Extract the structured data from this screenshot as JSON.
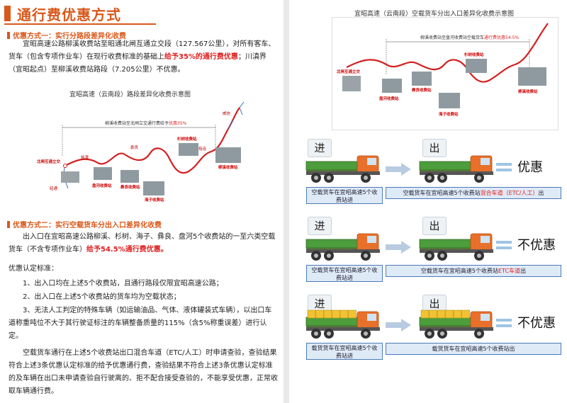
{
  "left": {
    "title": "通行费优惠方式",
    "method1": {
      "heading": "优惠方式一：实行分路段差异化收费",
      "p1_a": "宜昭高速公路柳溪收费站至昭通北闸互通立交段（127.567公里），对所有客车、货车（包含专项作业车）在现行收费标准的基础上",
      "p1_hl": "给予35%的通行费优惠",
      "p1_b": "；川滇界（宜昭起点）至柳溪收费站路段（7.205公里）不优惠。"
    },
    "map1": {
      "title": "宜昭高速（云南段）路段差异化收费示意图",
      "span_a": "柳溪收费站至北闸立交通行费给予",
      "span_hl": "优惠35%",
      "stations": [
        "北闸互通立交",
        "盘河收费站",
        "彝良收费站",
        "海子收费站",
        "杉树收费站",
        "柳溪收费站"
      ],
      "places": [
        "昭通",
        "盐津",
        "彝良",
        "筠连",
        "威信"
      ]
    },
    "method2": {
      "heading": "优惠方式二：实行空载货车分出入口差异化收费",
      "p1_a": "出入口在宜昭高速公路柳溪、杉树、海子、彝良、盘河5个收费站的一至六类空载货车（不含专项作业车）",
      "p1_hl": "给予54.5%通行费优惠。",
      "p2": "优惠认定标准：",
      "item1": "1、出入口均在上述5个收费站，且通行路段仅限宜昭高速公路；",
      "item2": "2、出入口在上述5个收费站的货车均为空载状态；",
      "item3": "3、无法人工判定的特殊车辆（如运输油品、气体、液体罐装式车辆），以出口车道称重吨位不大于其行驶证标注的车辆整备质量的115%（含5%称重误差）进行认定。",
      "p3": "空载货车通行在上述5个收费站出口混合车道（ETC/人工）时申请查验，查验结果符合上述3条优惠认定标准的给予优惠通行费，查验结果不符合上述3条优惠认定标准的及车辆在出口未申请查验自行驶离的、拒不配合接受查验的，不能享受优惠，正常收取车辆通行费。"
    }
  },
  "right": {
    "map2": {
      "title": "宜昭高速（云南段）空载货车分出入口差异化收费示意图",
      "span_a": "柳溪收费站至盘河收费站空载货车",
      "span_hl": "通行费优惠54.5%",
      "stations": [
        "北闸互通立交",
        "盘河收费站",
        "彝良收费站",
        "海子收费站",
        "杉树收费站",
        "柳溪收费站"
      ]
    },
    "rows": [
      {
        "in": "进",
        "out": "出",
        "box_in": "空载货车在宜昭高速5个收费站进",
        "box_out_a": "空载货车在宜昭高速5个收费站",
        "box_out_hl": "混合车道（ETC/人工）",
        "box_out_b": "出",
        "result": "优惠",
        "cargo": false
      },
      {
        "in": "进",
        "out": "出",
        "box_in": "空载货车在宜昭高速5个收费站进",
        "box_out_a": "空载货车在宜昭高速5个收费站",
        "box_out_hl": "ETC车道",
        "box_out_b": "出",
        "result": "不优惠",
        "cargo": false
      },
      {
        "in": "进",
        "out": "出",
        "box_in": "载货货车在宜昭高速5个收费站进",
        "box_out_a": "载货货车在宜昭高速5个收费站出",
        "box_out_hl": "",
        "box_out_b": "",
        "result": "不优惠",
        "cargo": true
      }
    ]
  },
  "colors": {
    "accent": "#d9581b",
    "highlight": "#e02020",
    "route": "#d42020",
    "box": "#dfeaf7",
    "truck_cab": "#e8702a",
    "truck_bed": "#4c9d3c",
    "cargo": "#f1c232"
  }
}
